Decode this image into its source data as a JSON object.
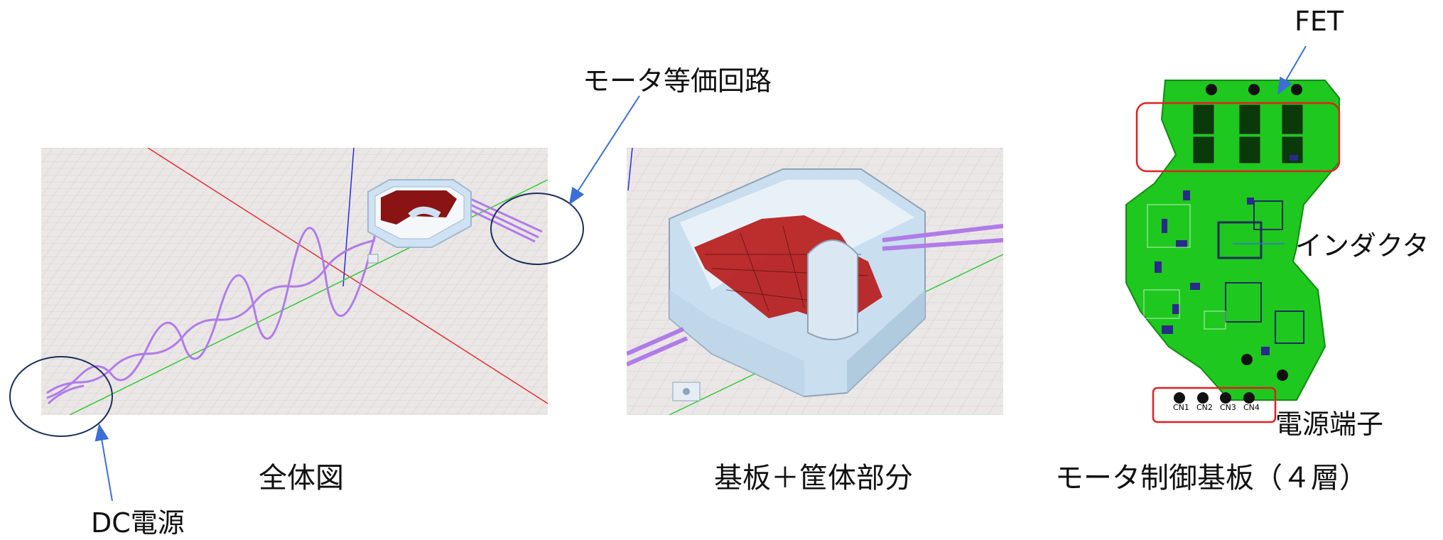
{
  "annotations": {
    "motor_equiv_circuit": "モータ等価回路",
    "dc_power": "DC電源",
    "fet": "FET",
    "inductor": "インダクタ",
    "power_terminal": "電源端子"
  },
  "captions": {
    "overall_view": "全体図",
    "board_housing": "基板＋筐体部分",
    "motor_control_board": "モータ制御基板（４層）"
  },
  "pcb_labels": {
    "terminals": [
      "CN1",
      "CN2",
      "CN3",
      "CN4"
    ]
  },
  "colors": {
    "pcb_green": "#1ec81e",
    "highlight_red": "#e02020",
    "annotation_blue": "#3b6fd6",
    "callout_navy": "#1c2f5a",
    "harness_purple": "#b07ce8",
    "housing_blue": "#cfe2f3",
    "grid_bg": "#ebe7e7"
  }
}
